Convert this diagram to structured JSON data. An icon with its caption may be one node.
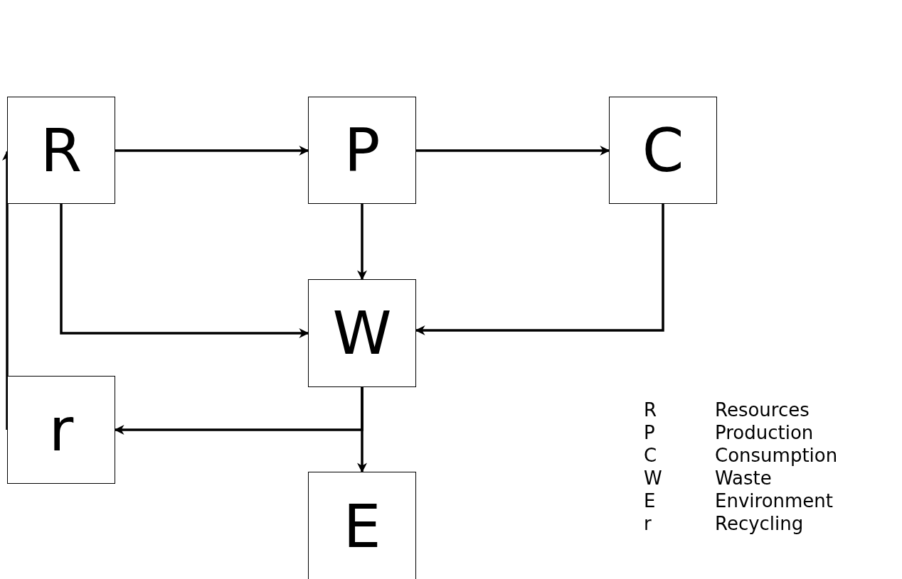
{
  "diagram": {
    "nodes": [
      {
        "text": [
          "R"
        ]
      },
      {
        "text": [
          "P"
        ]
      },
      {
        "text": [
          "C"
        ]
      },
      {
        "text": [
          "W"
        ]
      },
      {
        "text": [
          "r"
        ]
      },
      {
        "text": [
          "E"
        ]
      }
    ],
    "edges": [
      {
        "from": 0,
        "to": 1,
        "arrow": "to"
      },
      {
        "from": 1,
        "to": 2,
        "arrow": "to"
      },
      {
        "from": 1,
        "to": 3,
        "arrow": "to"
      },
      {
        "from": 0,
        "to": 3,
        "arrow": "to"
      },
      {
        "from": 2,
        "to": 3,
        "arrow": "to"
      },
      {
        "from": 3,
        "to": 4,
        "arrow": "to"
      },
      {
        "from": 3,
        "to": 5,
        "arrow": "to"
      },
      {
        "from": 4,
        "to": 0,
        "arrow": "to"
      }
    ],
    "labels": [
      "R",
      "Resources",
      "P",
      "Production",
      "C",
      "Consumption",
      "W",
      "Waste",
      "E",
      "Environment",
      "r",
      "Recycling"
    ]
  }
}
